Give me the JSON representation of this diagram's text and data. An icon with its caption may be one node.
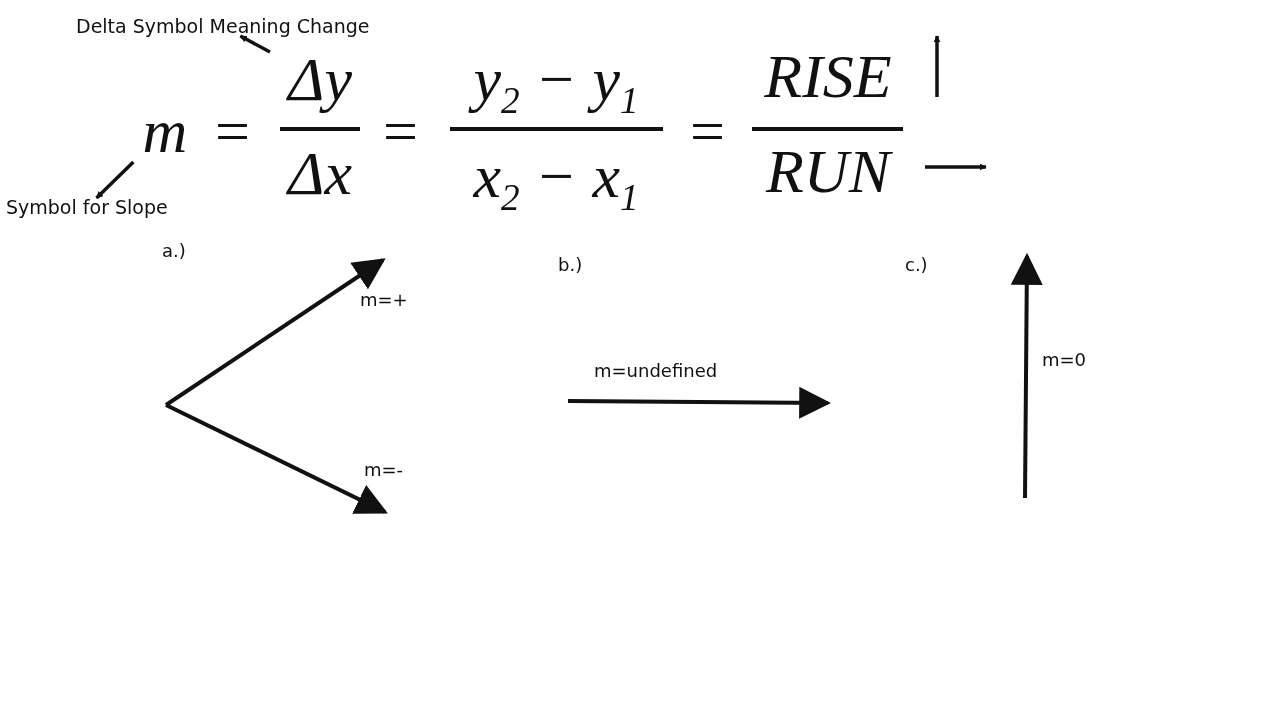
{
  "diagram": {
    "nodes": [
      {
        "text": [
          "Delta Symbol Meaning Change"
        ]
      },
      {
        "text": [
          "m"
        ]
      },
      {
        "text": [
          "Δy"
        ]
      },
      {
        "text": [
          "Δx"
        ]
      },
      {
        "text": [
          "y$_{2}$ − y$_{1}$"
        ]
      },
      {
        "text": [
          "x$_{2}$ − x$_{1}$"
        ]
      },
      {
        "text": [
          "RISE"
        ]
      },
      {
        "text": [
          "RUN"
        ]
      },
      {
        "text": [
          "Symbol for Slope"
        ]
      }
    ],
    "edges": [
      {
        "from": 2,
        "to": 0,
        "arrow": "to"
      },
      {
        "from": 1,
        "to": 8,
        "arrow": "to"
      }
    ],
    "labels": [
      "=",
      "=",
      "=",
      "a.)",
      "b.)",
      "c.)",
      "m=+",
      "m=undefined",
      "m=0",
      "m=-"
    ]
  }
}
